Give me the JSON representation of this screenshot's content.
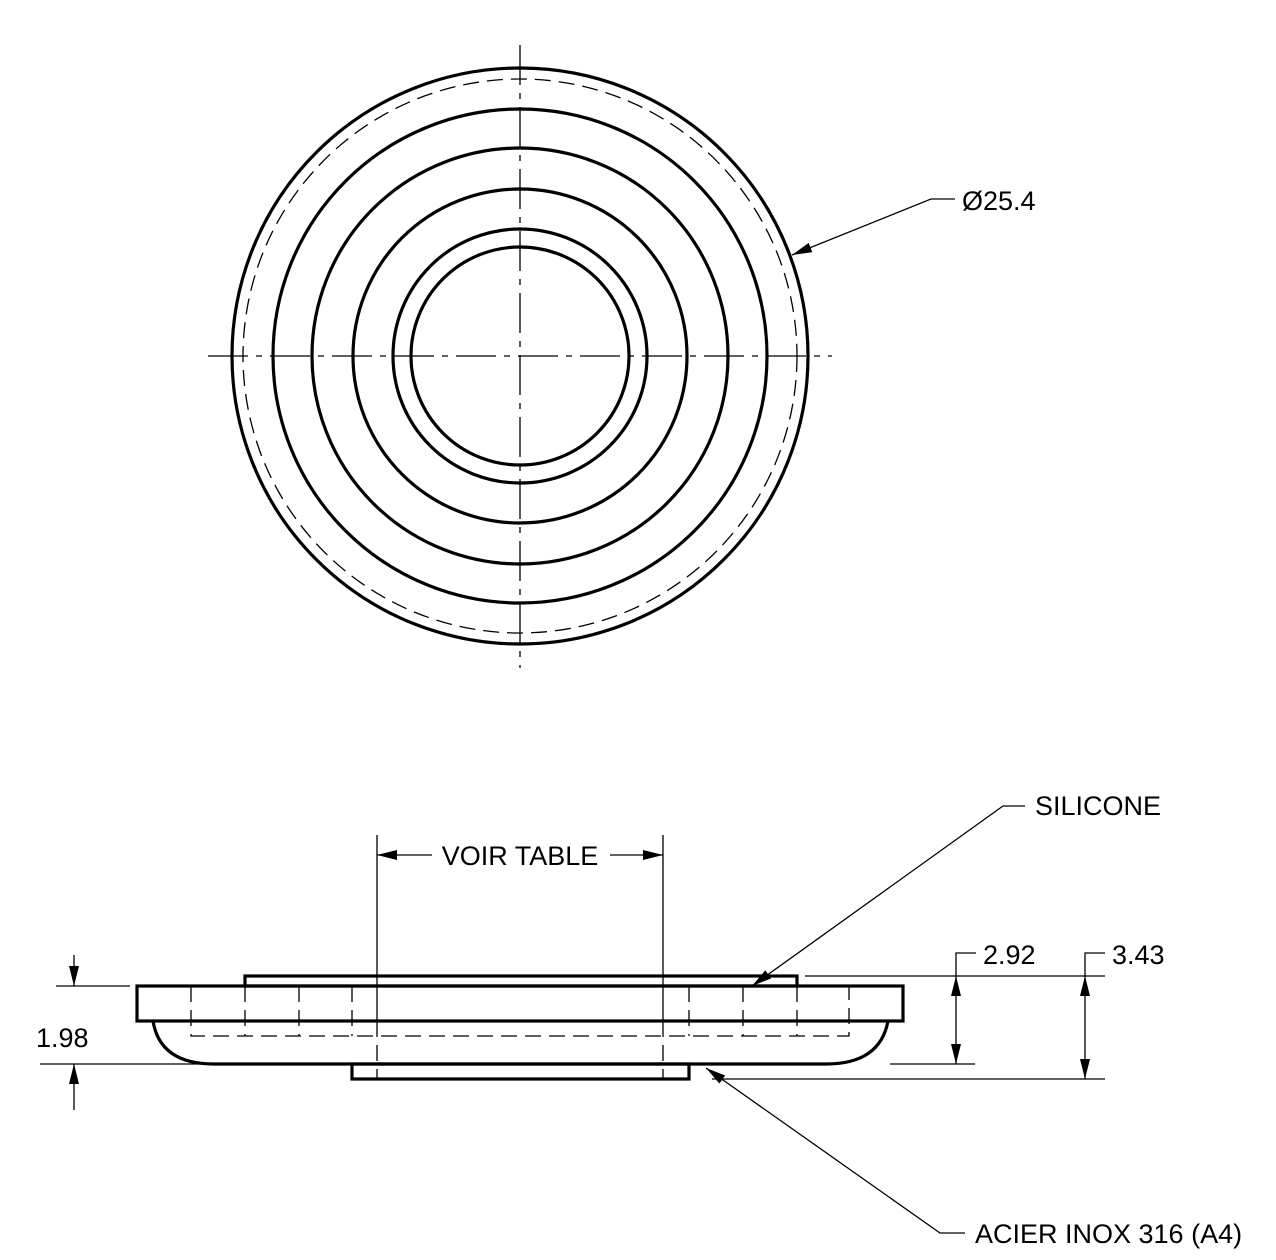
{
  "top_view": {
    "diameter_label": "Ø25.4"
  },
  "side_view": {
    "width_label": "VOIR TABLE",
    "material_top_label": "SILICONE",
    "material_bottom_label": "ACIER INOX 316  (A4)",
    "dim_left_label": "1.98",
    "dim_right_inner_label": "2.92",
    "dim_right_outer_label": "3.43"
  }
}
